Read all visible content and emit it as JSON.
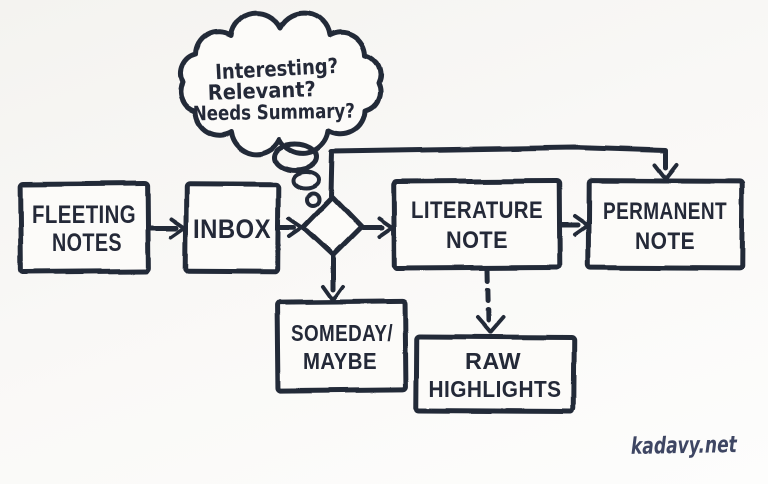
{
  "canvas": {
    "background_color": "#f7f6f3",
    "ink_color": "#242938",
    "signature_color": "#3e4663"
  },
  "thought_bubble": {
    "lines": [
      "Interesting?",
      "Relevant?",
      "Needs Summary?"
    ]
  },
  "nodes": {
    "fleeting_notes": {
      "line1": "FLEETING",
      "line2": "NOTES"
    },
    "inbox": {
      "label": "INBOX"
    },
    "literature_note": {
      "line1": "LITERATURE",
      "line2": "NOTE"
    },
    "permanent_note": {
      "line1": "PERMANENT",
      "line2": "NOTE"
    },
    "someday_maybe": {
      "line1": "SOMEDAY/",
      "line2": "MAYBE"
    },
    "raw_highlights": {
      "line1": "RAW",
      "line2": "HIGHLIGHTS"
    }
  },
  "edges": [
    {
      "from": "fleeting_notes",
      "to": "inbox",
      "style": "solid"
    },
    {
      "from": "inbox",
      "to": "decision_diamond",
      "style": "solid"
    },
    {
      "from": "decision_diamond",
      "to": "literature_note",
      "style": "solid"
    },
    {
      "from": "decision_diamond",
      "to": "someday_maybe",
      "style": "solid"
    },
    {
      "from": "decision_diamond",
      "to": "permanent_note",
      "style": "solid"
    },
    {
      "from": "literature_note",
      "to": "permanent_note",
      "style": "solid"
    },
    {
      "from": "literature_note",
      "to": "raw_highlights",
      "style": "dashed"
    }
  ],
  "signature": {
    "text": "kadavy.net"
  }
}
